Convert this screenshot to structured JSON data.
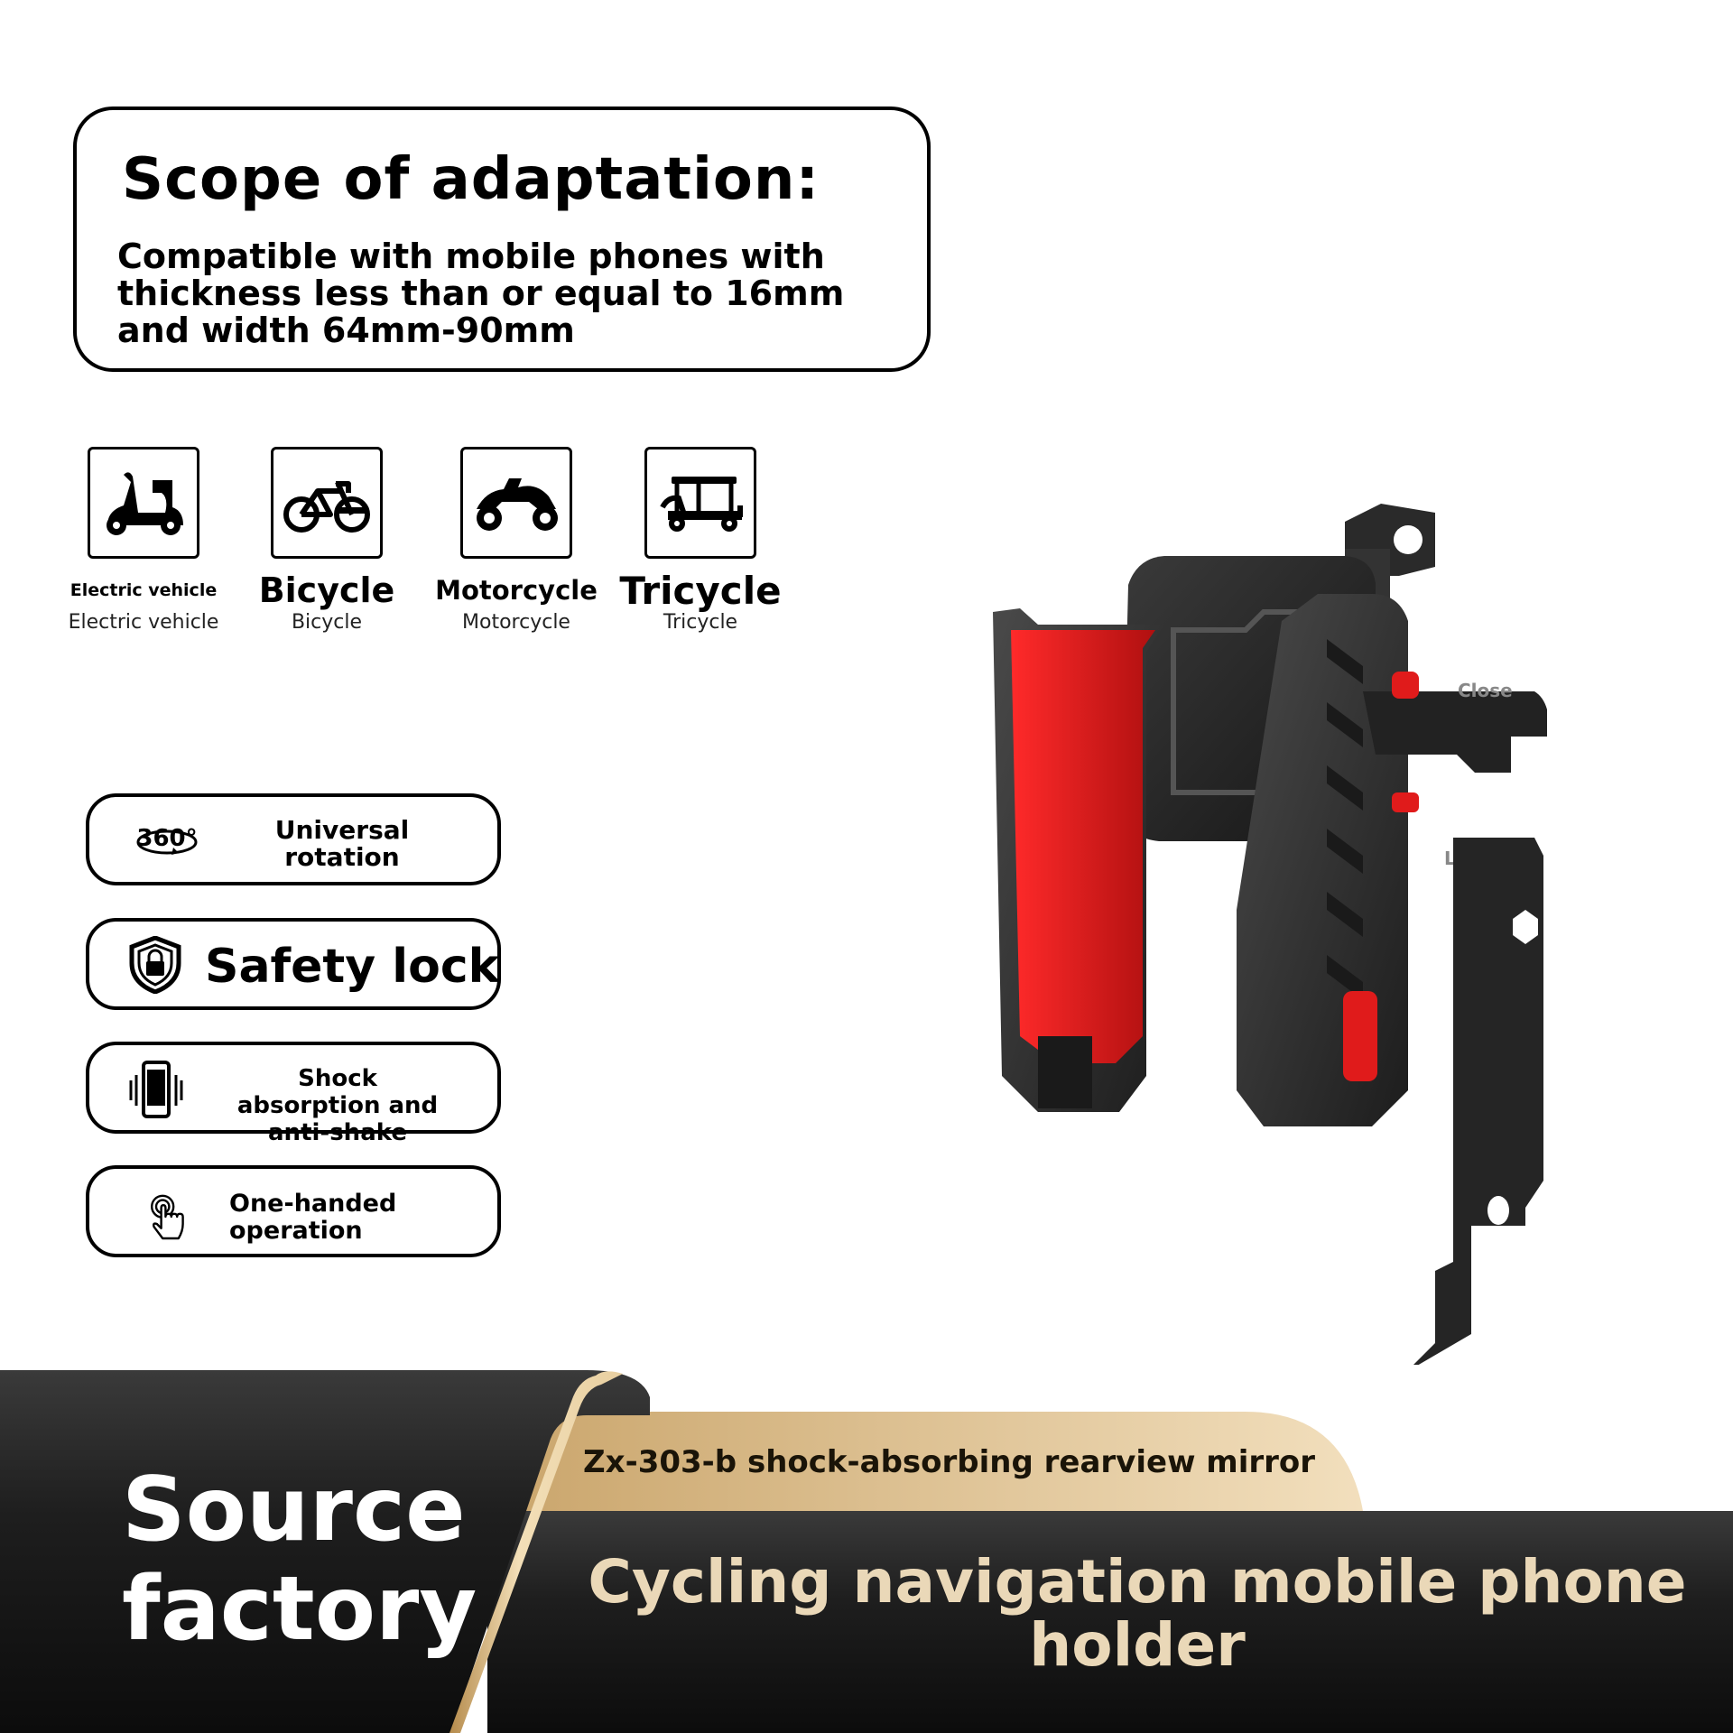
{
  "scope": {
    "title": "Scope of adaptation:",
    "description": "Compatible with mobile phones with thickness less than or equal to 16mm and width 64mm-90mm"
  },
  "vehicles": [
    {
      "icon": "electric-scooter-icon",
      "label_big": "Electric vehicle",
      "label_small": "Electric vehicle"
    },
    {
      "icon": "bicycle-icon",
      "label_big": "Bicycle",
      "label_small": "Bicycle"
    },
    {
      "icon": "motorcycle-icon",
      "label_big": "Motorcycle",
      "label_small": "Motorcycle"
    },
    {
      "icon": "tricycle-icon",
      "label_big": "Tricycle",
      "label_small": "Tricycle"
    }
  ],
  "features": [
    {
      "icon": "rotation-360-icon",
      "label": "Universal rotation",
      "icon_text": "360°"
    },
    {
      "icon": "shield-lock-icon",
      "label": "Safety lock"
    },
    {
      "icon": "vibrating-phone-icon",
      "label": "Shock absorption and anti-shake"
    },
    {
      "icon": "tap-hand-icon",
      "label": "One-handed operation"
    }
  ],
  "product": {
    "knob_close": "Close",
    "knob_loose": "Loose",
    "colors": {
      "body": "#2b2b2b",
      "accent": "#e01b1b"
    }
  },
  "banner": {
    "source": "Source factory",
    "model": "Zx-303-b shock-absorbing rearview mirror",
    "headline": "Cycling navigation mobile phone holder",
    "colors": {
      "dark": "#1c1c1c",
      "gold": "#e6c88f"
    }
  }
}
